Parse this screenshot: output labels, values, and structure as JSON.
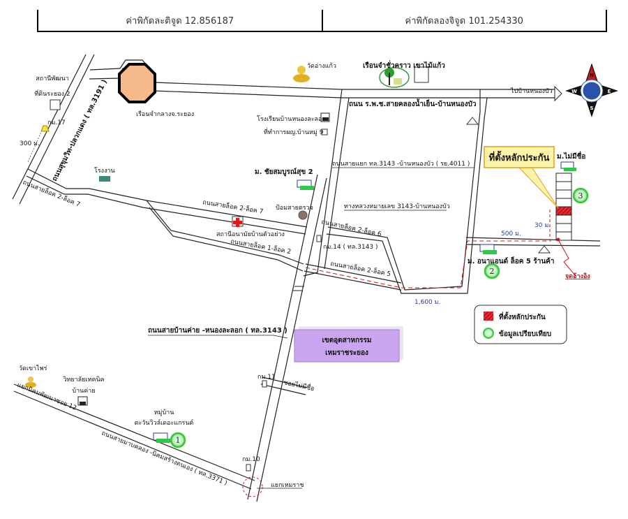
{
  "header": {
    "latitude_label": "ค่าพิกัดละติจูด 12.856187",
    "longitude_label": "ค่าพิกัดลองจิจูด 101.254330"
  },
  "map": {
    "colors": {
      "marker_red": "#d0121b",
      "marker_green": "#3cc83c",
      "callout_fill": "#fdf3a8",
      "callout_border": "#e0a020",
      "industrial_fill": "#c9a6ef",
      "reservoir_fill": "#f5b98a",
      "distance_blue": "#2a3aa0"
    },
    "roads": {
      "sukhumvit": "ถนนสุขุมวิท-ปลวกแดง ( ทล.3191 )",
      "rpch": "ถนน ร.พ.ช.สายคลองน้ำเย็น-บ้านหนองบัว",
      "to_nongbua": "ไปบ้านหนองบัว",
      "junction_3143": "ถนนสายแยก ทล.3143 -บ้านหนองบัว ( รย.4011 )",
      "highway_3143_nongbua": "ทางหลวงหมายเลข 3143-บ้านหนองบัว",
      "block2_7_left": "ถนนสายล็อค 2-ล็อค 7",
      "block2_7_mid": "ถนนสายล็อค 2-ล็อค 7",
      "block2_6": "ถนนสายล็อค 2-ล็อค 6",
      "block1_2": "ถนนสายล็อค 1-ล็อค 2",
      "block2_5": "ถนนสายล็อค 2-ล็อค 5",
      "bankhai_3143": "ถนนสายบ้านค่าย -หนองละลอก ( ทล.3143 )",
      "soi_unnamed": "ซอยไม่มีชื่อ",
      "mabkha_3371": "ถนนสายมาบคลอง -นิคมสร้างตนเอง ( ทล.3371 )",
      "junction_12": "แยกนิคมพัฒนาซอย 12",
      "junction_hemaraj": "แยกเหมราช"
    },
    "places": {
      "dev_station": [
        "สถานีพัฒนา",
        "ที่ดินระยอง 2"
      ],
      "km17": "กม.17",
      "distance_300": "300 ม.",
      "reservoir": "เรือนจำกลางจ.ระยอง",
      "temple_angkaew": "วัดอ่างแก้ว",
      "temp_prison": "เรือนจำชั่วคราว เขาไม้แก้ว",
      "school_nonglalok": "โรงเรียนบ้านหนองละลอก",
      "village_office": "ที่ทำการผญ.บ้านหมู่ 9",
      "factory": "โรงงาน",
      "chaisomboon": "ม. ชัยสมบูรณ์สุข 2",
      "police_box": "ป้อมสายตรวจ",
      "health_station": "สถานีอนามัยบ้านตัวอย่าง",
      "km14": "กม.14 ( ทล.3143 )",
      "industrial_estate": [
        "เขตอุตสาหกรรม",
        "เหมราชระยอง"
      ],
      "km11": "กม.11",
      "km10": "กม.10",
      "temple_khaophai": "วัดเขาไพร่",
      "tech_college": [
        "วิทยาลัยเทคนิค",
        "บ้านค่าย"
      ],
      "village_1": [
        "หมู่บ้าน",
        "ตะวันวิวล์เดอะแกรนด์"
      ],
      "village_2": "ม. อนาแอนด์ ล็อค 5  ร้านค้า",
      "village_3": "ม.ไม่มีชื่อ",
      "collateral_callout": "ที่ตั้งหลักประกัน",
      "distance_500": "500 ม.",
      "distance_30": "30 ม.",
      "distance_1600": "1,600 ม.",
      "reference_point": "จุดอ้างอิง"
    },
    "markers": [
      "1",
      "2",
      "3"
    ],
    "compass": {
      "n": "N",
      "s": "S",
      "e": "E",
      "w": "W",
      "icon": "compass-rose-icon"
    },
    "legend": {
      "items": [
        {
          "label": "ที่ตั้งหลักประกัน",
          "icon": "red-hatched-square-icon"
        },
        {
          "label": "ข้อมูลเปรียบเทียบ",
          "icon": "green-circle-icon"
        }
      ]
    }
  }
}
